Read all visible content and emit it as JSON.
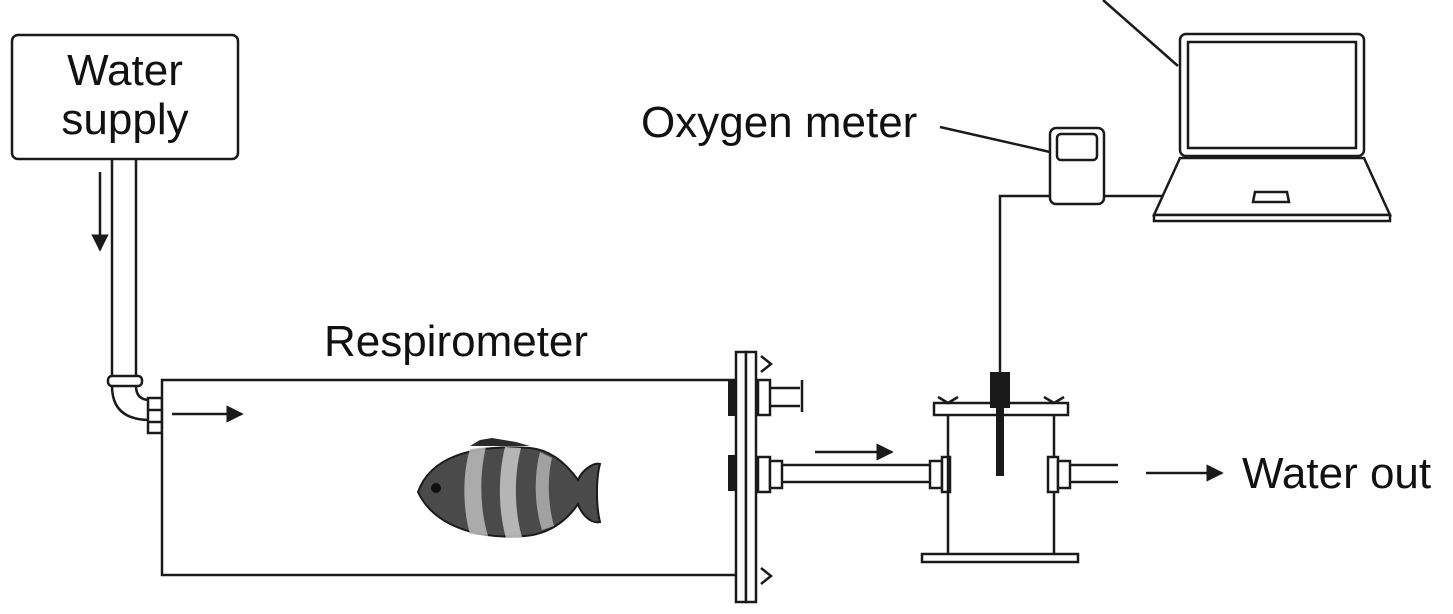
{
  "labels": {
    "water_supply_line1": "Water",
    "water_supply_line2": "supply",
    "respirometer": "Respirometer",
    "oxygen_meter": "Oxygen meter",
    "water_out": "Water out"
  },
  "colors": {
    "stroke": "#1a1a1a",
    "background": "#ffffff"
  }
}
